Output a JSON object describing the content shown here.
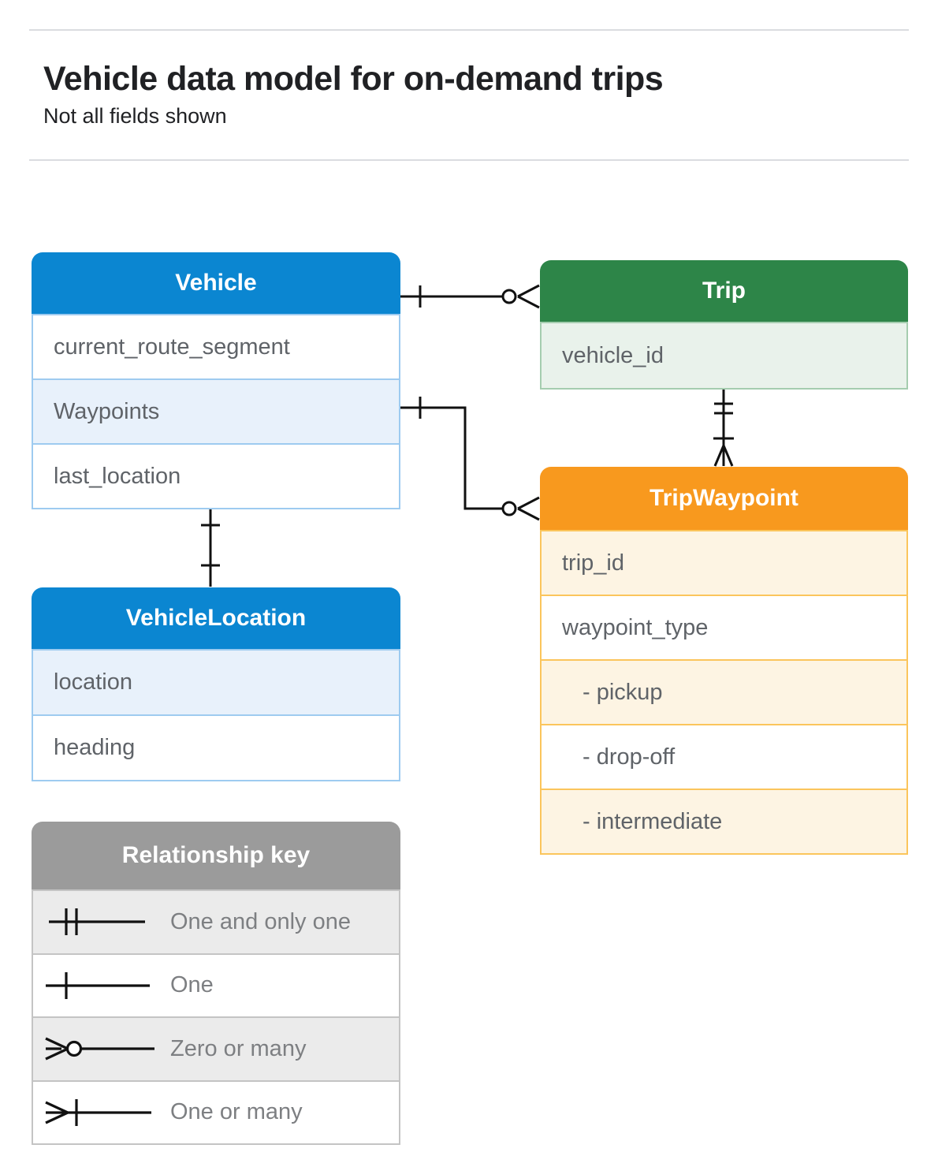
{
  "header": {
    "title": "Vehicle data model for on-demand trips",
    "subtitle": "Not all fields shown"
  },
  "entities": {
    "vehicle": {
      "title": "Vehicle",
      "fields": [
        "current_route_segment",
        "Waypoints",
        "last_location"
      ]
    },
    "trip": {
      "title": "Trip",
      "fields": [
        "vehicle_id"
      ]
    },
    "tripWaypoint": {
      "title": "TripWaypoint",
      "fields": [
        "trip_id",
        "waypoint_type",
        "- pickup",
        "- drop-off",
        "- intermediate"
      ]
    },
    "vehicleLocation": {
      "title": "VehicleLocation",
      "fields": [
        "location",
        "heading"
      ]
    }
  },
  "relationships": [
    {
      "from": "Vehicle",
      "to": "Trip",
      "from_cardinality": "one",
      "to_cardinality": "zero-or-many"
    },
    {
      "from": "Vehicle.Waypoints",
      "to": "TripWaypoint",
      "from_cardinality": "one",
      "to_cardinality": "zero-or-many"
    },
    {
      "from": "Trip",
      "to": "TripWaypoint",
      "from_cardinality": "one-and-only-one",
      "to_cardinality": "one-or-many"
    },
    {
      "from": "Vehicle",
      "to": "VehicleLocation",
      "from_cardinality": "one",
      "to_cardinality": "one"
    }
  ],
  "legend": {
    "title": "Relationship key",
    "items": [
      {
        "symbol": "one-and-only-one",
        "label": "One and only one"
      },
      {
        "symbol": "one",
        "label": "One"
      },
      {
        "symbol": "zero-or-many",
        "label": "Zero or many"
      },
      {
        "symbol": "one-or-many",
        "label": "One or many"
      }
    ]
  },
  "colors": {
    "blue_header": "#0b86d1",
    "blue_tint": "#e8f1fb",
    "blue_border": "#9ecbf0",
    "green_header": "#2d8548",
    "green_tint": "#e9f2eb",
    "green_border": "#a5cdaf",
    "orange_header": "#f8991e",
    "orange_tint": "#fdf4e3",
    "orange_border": "#fbc55c",
    "gray_header": "#9b9b9b",
    "gray_tint": "#ebebeb",
    "gray_border": "#c4c4c4",
    "connector": "#111111",
    "field_text": "#5f6368",
    "legend_text": "#7d7f82",
    "title_text": "#202124",
    "divider": "#dadce0"
  }
}
